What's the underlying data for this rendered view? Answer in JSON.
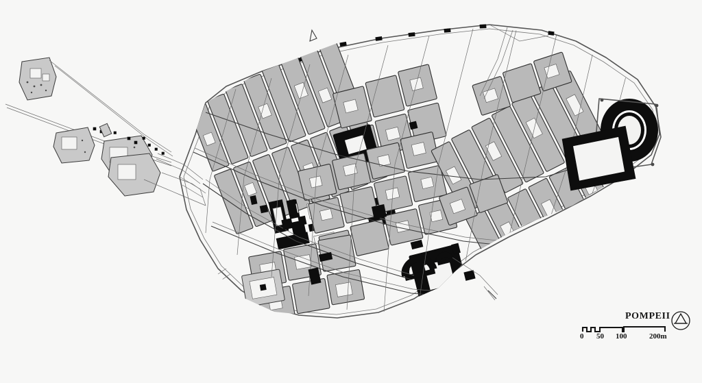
{
  "figure": {
    "kind": "archaeological-site-plan",
    "title": "POMPEII",
    "background_color": "#f7f7f6",
    "ink_color": "#2f2f2f",
    "block_fill_color": "#b9b9b9",
    "monument_fill_color": "#0d0d0d"
  },
  "legend": {
    "title": "POMPEII",
    "compass_label": "north-arrow",
    "scale": {
      "unit": "m",
      "ticks": [
        "0",
        "50",
        "100",
        "200m"
      ],
      "tick_values": [
        0,
        50,
        100,
        200
      ],
      "bar_total_label": "200m"
    }
  },
  "map_features": {
    "city_wall": "circuit wall with towers",
    "amphitheatre": "elliptical amphitheatre, east end",
    "great_palaestra": "large rectangular palaestra west of amphitheatre",
    "forum": "forum insula block, west-central",
    "theatre_district": "large theatre and quadriporticus, south-central",
    "suburban_villas": "outlying villas and roads, northwest",
    "regio_vi": "long narrow insulae, northwest quarter",
    "regio_ii": "elongated insulae, east quarter"
  }
}
